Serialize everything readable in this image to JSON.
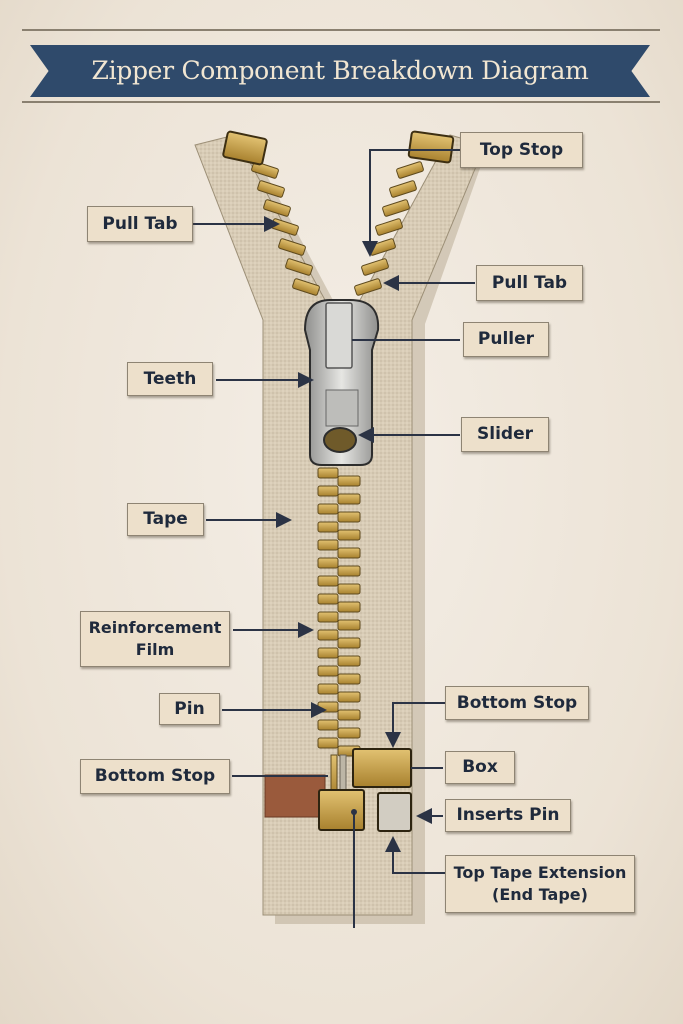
{
  "title": "Zipper Component Breakdown Diagram",
  "colors": {
    "banner": "#2f4a6b",
    "banner_text": "#f1e6d2",
    "background": "#efe7dc",
    "tape": "#d8ccb6",
    "teeth": "#c9a44e",
    "slider": "#b9b9b7",
    "label_bg": "#ede0cb",
    "label_text": "#1f2a3c",
    "leader_line": "#2b3345",
    "reinforcement_patch": "#9a5a3c"
  },
  "labels": {
    "top_stop": "Top Stop",
    "pull_tab_left": "Pull Tab",
    "pull_tab_right": "Pull Tab",
    "puller": "Puller",
    "teeth": "Teeth",
    "slider": "Slider",
    "tape": "Tape",
    "reinforcement_film_line1": "Reinforcement",
    "reinforcement_film_line2": "Film",
    "pin": "Pin",
    "bottom_stop_left": "Bottom Stop",
    "bottom_stop_right": "Bottom Stop",
    "box": "Box",
    "inserts_pin": "Inserts Pin",
    "top_tape_extension_line1": "Top Tape Extension",
    "top_tape_extension_line2": "(End Tape)"
  }
}
